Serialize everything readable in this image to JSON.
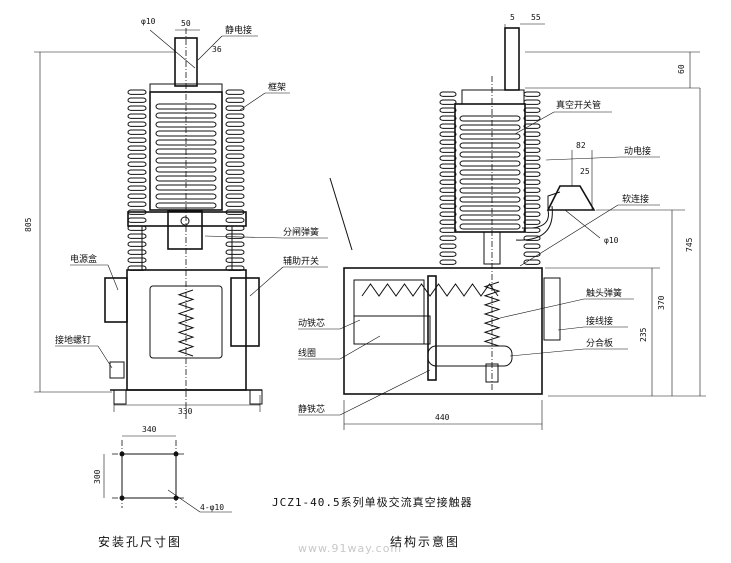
{
  "title": "JCZ1-40.5系列单极交流真空接触器",
  "captions": {
    "mounting": "安装孔尺寸图",
    "structure": "结构示意图"
  },
  "watermark": "www.91way.com",
  "labels": {
    "static_contact": "静电接",
    "frame": "框架",
    "junction_box": "电源盒",
    "ground_bolt": "接地螺钉",
    "opening_spring": "分闸弹簧",
    "aux_switch": "辅助开关",
    "vacuum_tube": "真空开关管",
    "moving_contact": "动电接",
    "soft_link": "软连接",
    "moving_core": "动铁芯",
    "coil": "线圈",
    "static_core": "静铁芯",
    "contact_spring": "触头弹簧",
    "terminal": "接线接",
    "closing_plate": "分合板"
  },
  "dimensions": {
    "phi10_top": "φ10",
    "w50": "50",
    "w36": "36",
    "h805": "805",
    "w330": "330",
    "d5": "5",
    "d55": "55",
    "h60": "60",
    "d82": "82",
    "d25": "25",
    "phi10_side": "φ10",
    "h745": "745",
    "h370": "370",
    "h235": "235",
    "w440": "440",
    "w340": "340",
    "h300": "300",
    "holes": "4-φ10"
  }
}
